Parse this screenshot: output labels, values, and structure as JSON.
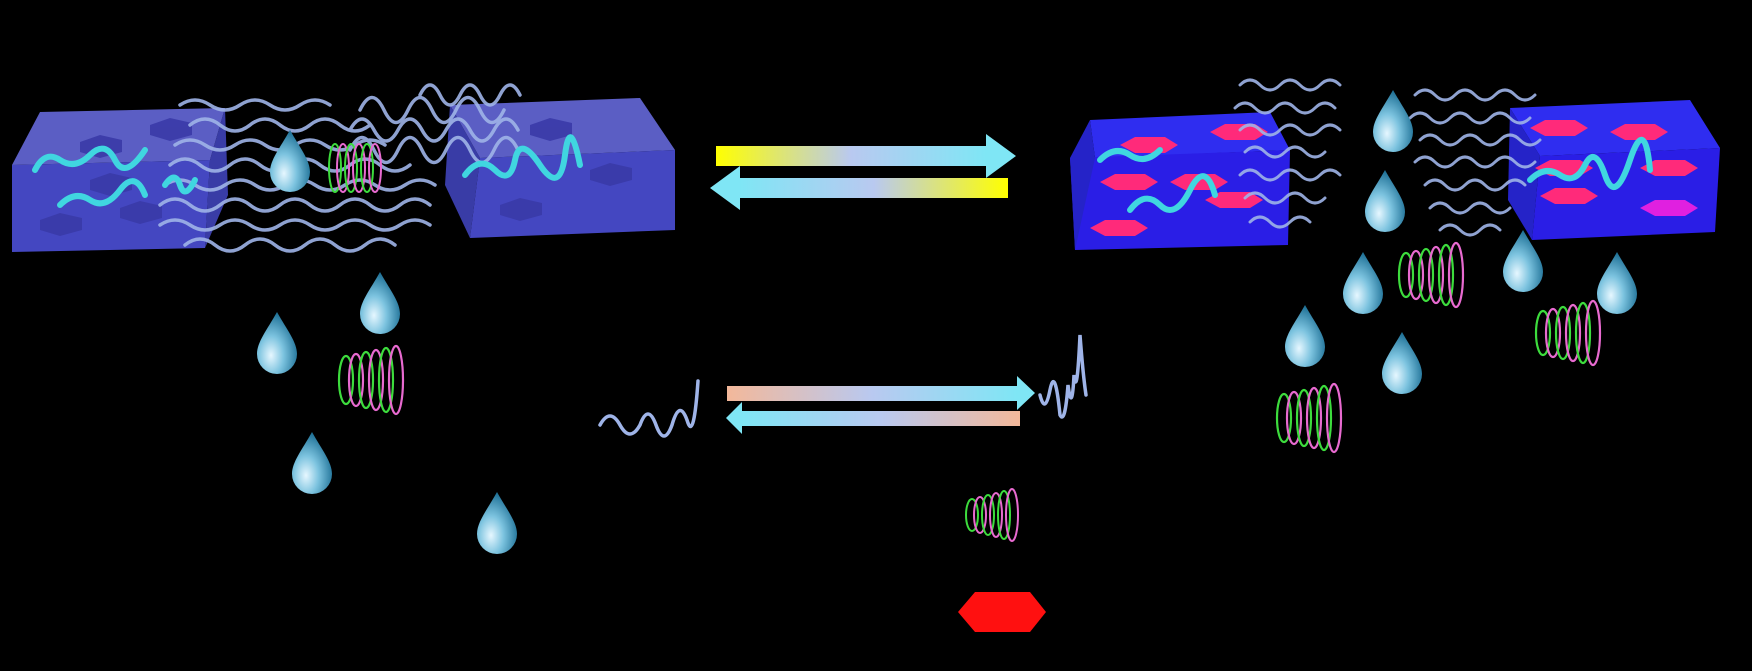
{
  "diagram": {
    "background": "#000000",
    "colors": {
      "slab_left": "#4b4fd6",
      "slab_right": "#2a1ee6",
      "polymer_chain": "#9fb4e8",
      "guest_strand": "#40d6e0",
      "hexagon_right": "#ff2a7a",
      "hexagon_left": "#3a3aa8",
      "droplet": "#6fb8d8",
      "helix_green": "#3ddc3d",
      "helix_pink": "#e86ad0",
      "arrow_yellow": "#ffff00",
      "arrow_cyan": "#7fe6f5",
      "arrow_peach": "#f3b89a",
      "red_hexagon": "#ff1010"
    },
    "icons": [
      "water-droplet-icon",
      "helix-coil-icon",
      "wavy-chain-icon",
      "hexagon-icon"
    ],
    "panels": [
      "left-gel-state",
      "right-gel-state"
    ],
    "arrows": [
      "top-forward-arrow",
      "top-reverse-arrow",
      "middle-forward-arrow",
      "middle-reverse-arrow"
    ],
    "text": []
  }
}
